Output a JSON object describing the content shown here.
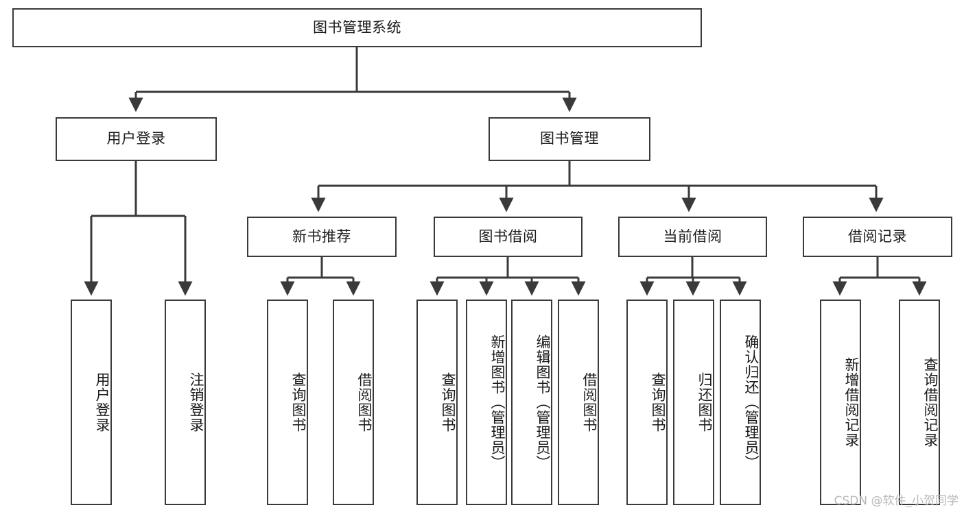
{
  "diagram": {
    "title_node": {
      "label": "图书管理系统"
    },
    "level2": [
      {
        "id": "user-login",
        "label": "用户登录"
      },
      {
        "id": "book-manage",
        "label": "图书管理"
      }
    ],
    "level3": [
      {
        "id": "new-book-rec",
        "label": "新书推荐"
      },
      {
        "id": "book-borrow",
        "label": "图书借阅"
      },
      {
        "id": "current-borrow",
        "label": "当前借阅"
      },
      {
        "id": "borrow-record",
        "label": "借阅记录"
      }
    ],
    "leaves": [
      {
        "id": "leaf-user-login",
        "label": "用户登录",
        "group": "user-login"
      },
      {
        "id": "leaf-logout-login",
        "label": "注销登录",
        "group": "user-login"
      },
      {
        "id": "leaf-query-book-1",
        "label": "查询图书",
        "group": "new-book-rec"
      },
      {
        "id": "leaf-borrow-book-1",
        "label": "借阅图书",
        "group": "new-book-rec"
      },
      {
        "id": "leaf-query-book-2",
        "label": "查询图书",
        "group": "book-borrow"
      },
      {
        "id": "leaf-add-book",
        "label": "新增图书（管理员）",
        "group": "book-borrow"
      },
      {
        "id": "leaf-edit-book",
        "label": "编辑图书（管理员）",
        "group": "book-borrow"
      },
      {
        "id": "leaf-borrow-book-2",
        "label": "借阅图书",
        "group": "book-borrow"
      },
      {
        "id": "leaf-query-book-3",
        "label": "查询图书",
        "group": "current-borrow"
      },
      {
        "id": "leaf-return-book",
        "label": "归还图书",
        "group": "current-borrow"
      },
      {
        "id": "leaf-confirm-return",
        "label": "确认归还（管理员）",
        "group": "current-borrow"
      },
      {
        "id": "leaf-add-record",
        "label": "新增借阅记录",
        "group": "borrow-record"
      },
      {
        "id": "leaf-query-record",
        "label": "查询借阅记录",
        "group": "borrow-record"
      }
    ],
    "watermark": "CSDN @软件_小贺同学",
    "colors": {
      "stroke": "#3a3a3a",
      "fill": "#ffffff",
      "text": "#1a1a1a",
      "watermark": "#b8b8b8"
    }
  }
}
